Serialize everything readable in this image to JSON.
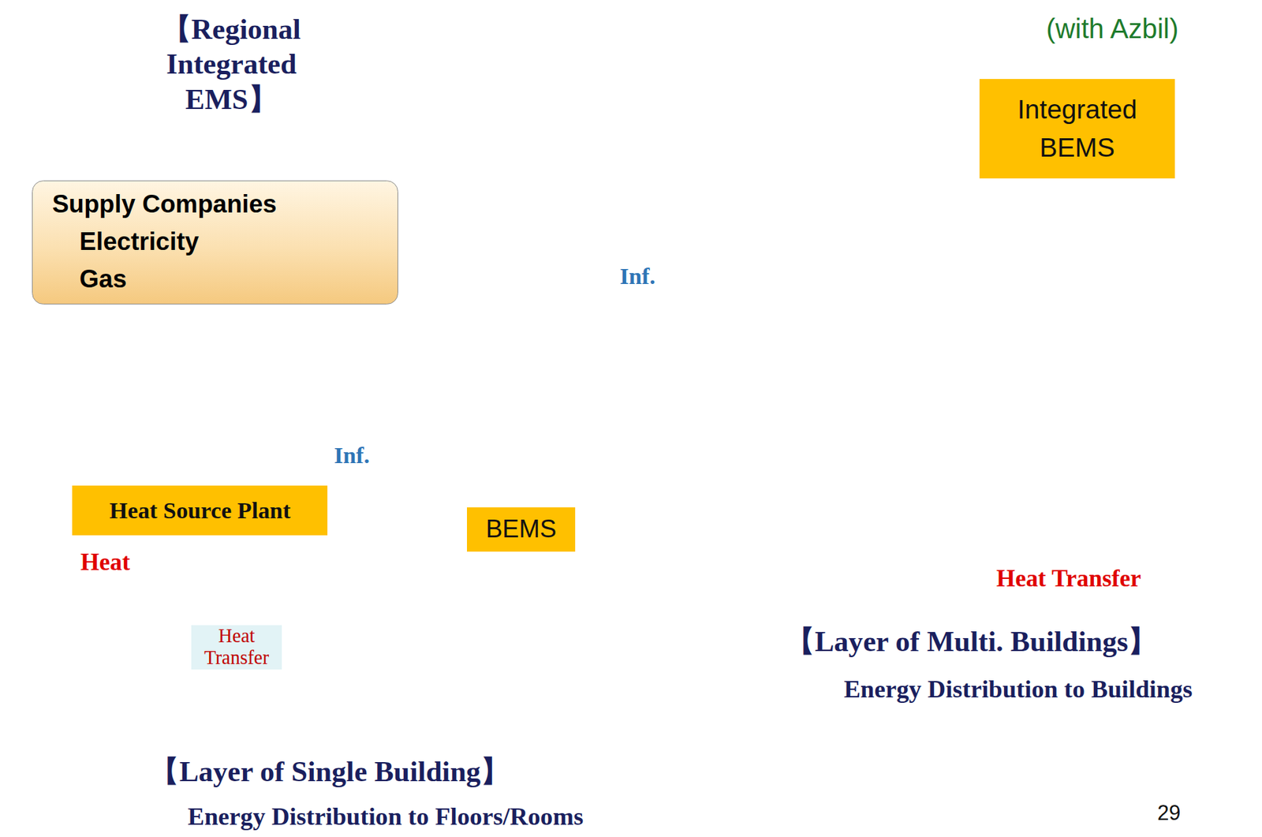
{
  "diagram": {
    "nodes": [
      {
        "text": [
          "【Regional Integrated EMS】"
        ]
      },
      {
        "text": [
          "Supply Companies",
          "Electricity",
          "Gas"
        ]
      },
      {
        "text": [
          "【Layer of Single Building】",
          "Energy Distribution to Floors/Rooms"
        ]
      },
      {
        "text": [
          "Heat Source Plant"
        ],
        "in": 2
      },
      {
        "text": [
          "BEMS"
        ],
        "in": 2
      },
      {
        "text": [
          "【Layer of Multi. Buildings】",
          "Energy Distribution to Buildings"
        ]
      },
      {
        "text": [
          "Integrated BEMS"
        ],
        "in": 5
      }
    ],
    "edges": [
      {
        "from": 6,
        "to": 0,
        "arrow": "to"
      },
      {
        "from": 1,
        "to": 3,
        "arrow": "to"
      },
      {
        "from": 2,
        "to": 5,
        "arrow": "to"
      }
    ],
    "labels": [
      "(with Azbil)",
      "Inf.",
      "Inf.",
      "Heat",
      "Heat Transfer",
      "Heat Transfer",
      "29"
    ]
  }
}
